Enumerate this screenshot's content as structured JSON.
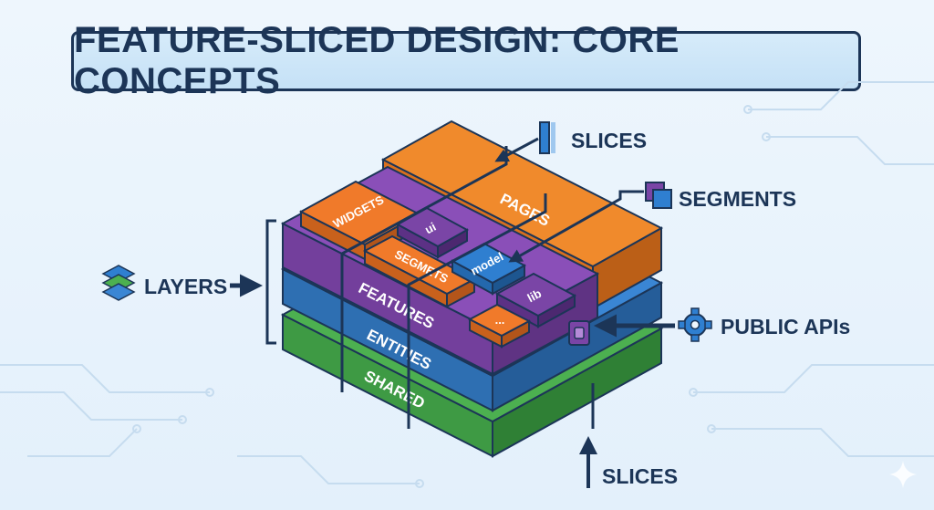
{
  "title": "FEATURE-SLICED DESIGN: CORE CONCEPTS",
  "callouts": {
    "slices_top": "SLICES",
    "segments": "SEGMENTS",
    "layers": "LAYERS",
    "public_apis": "PUBLIC APIs",
    "slices_bottom": "SLICES"
  },
  "layers": {
    "pages": "PAGES",
    "widgets": "WIDGETS",
    "features": "FEATURES",
    "entities": "ENTITIES",
    "shared": "SHARED"
  },
  "segments": {
    "ui": "ui",
    "model": "model",
    "segmets": "SEGMETS",
    "lib": "lib",
    "more": "..."
  },
  "colors": {
    "shared": "#4cb050",
    "entities": "#3a86d4",
    "features": "#8a4fb8",
    "widgets": "#f07a2a",
    "pages": "#f08a2c",
    "outline": "#1c3557",
    "segment_blue": "#2f7fd0"
  }
}
